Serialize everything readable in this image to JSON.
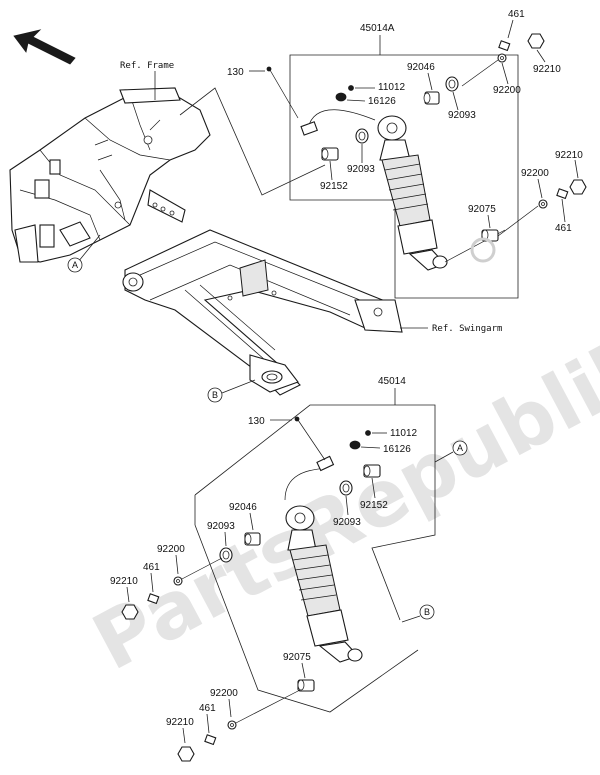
{
  "diagram": {
    "watermark": "PartsRepublik",
    "refs": {
      "frame": "Ref. Frame",
      "swingarm": "Ref. Swingarm"
    },
    "callouts": {
      "a": "A",
      "b": "B"
    },
    "upper": {
      "assembly": "45014A",
      "p130": "130",
      "p11012": "11012",
      "p16126": "16126",
      "p92046": "92046",
      "p92093_top": "92093",
      "p92093_mid": "92093",
      "p92152": "92152",
      "p461_top": "461",
      "p92210_top": "92210",
      "p92200_top": "92200",
      "p92210_side": "92210",
      "p92200_side": "92200",
      "p92075": "92075",
      "p461_side": "461"
    },
    "lower": {
      "assembly": "45014",
      "p130": "130",
      "p11012": "11012",
      "p16126": "16126",
      "p92152": "92152",
      "p92093_mid": "92093",
      "p92046": "92046",
      "p92093_left": "92093",
      "p92200_left": "92200",
      "p461_left": "461",
      "p92210_left": "92210",
      "p92075": "92075",
      "p92200_bot": "92200",
      "p461_bot": "461",
      "p92210_bot": "92210"
    }
  }
}
